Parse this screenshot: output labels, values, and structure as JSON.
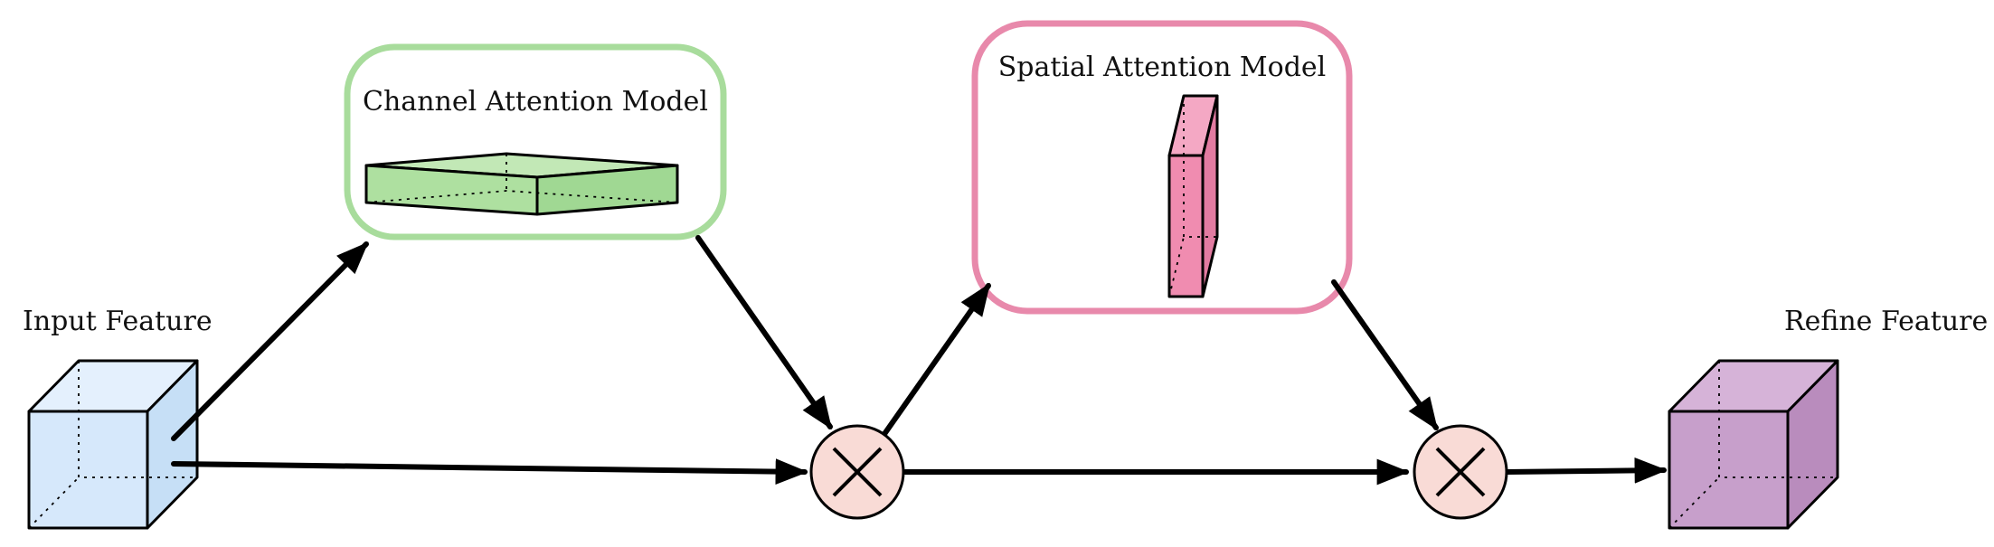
{
  "labels": {
    "input_feature": "Input Feature",
    "refine_feature": "Refine Feature",
    "channel_attention": "Channel Attention Model",
    "spatial_attention": "Spatial Attention Model"
  },
  "colors": {
    "input_cube": "#d6e8fb",
    "channel_box_border": "#a8dc9c",
    "channel_slab": "#aee0a0",
    "spatial_box_border": "#e889ab",
    "spatial_slab": "#f08cb0",
    "multiply_node": "#f9dbd6",
    "refine_cube": "#c79fcb"
  },
  "icons": {
    "multiply": "multiply-icon"
  }
}
